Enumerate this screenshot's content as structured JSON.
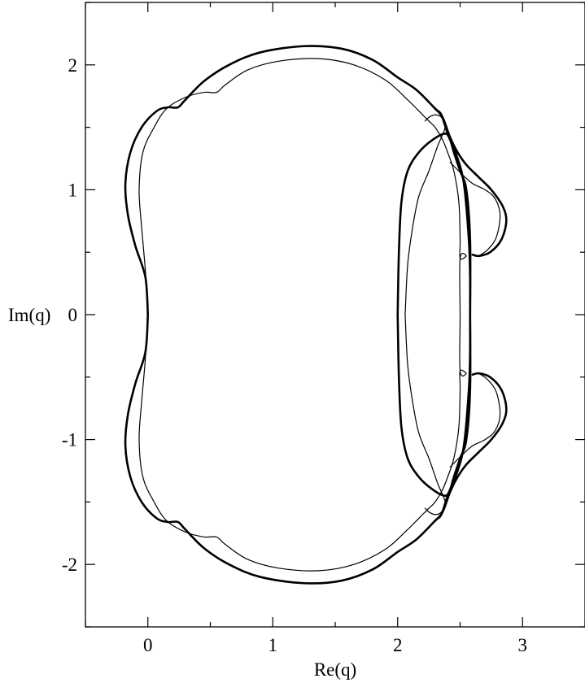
{
  "chart_data": {
    "type": "line",
    "title": "",
    "xlabel": "Re(q)",
    "ylabel": "Im(q)",
    "xlim": [
      -0.5,
      3.5
    ],
    "ylim": [
      -2.5,
      2.5
    ],
    "x_ticks": [
      {
        "value": 0,
        "label": "0"
      },
      {
        "value": 1,
        "label": "1"
      },
      {
        "value": 2,
        "label": "2"
      },
      {
        "value": 3,
        "label": "3"
      }
    ],
    "y_ticks": [
      {
        "value": 2,
        "label": "2"
      },
      {
        "value": 1,
        "label": "1"
      },
      {
        "value": 0,
        "label": "0"
      },
      {
        "value": -1,
        "label": "-1"
      },
      {
        "value": -2,
        "label": "-2"
      }
    ],
    "grid": false,
    "legend": "none",
    "color": "#000000",
    "series": [
      {
        "style": "thick",
        "segments": [
          [
            [
              0,
              0
            ],
            [
              -0.02,
              0.3
            ],
            [
              -0.1,
              0.55
            ],
            [
              -0.16,
              0.8
            ],
            [
              -0.18,
              1.05
            ],
            [
              -0.14,
              1.3
            ],
            [
              -0.05,
              1.5
            ],
            [
              0.07,
              1.63
            ],
            [
              0.16,
              1.66
            ],
            [
              0.24,
              1.66
            ],
            [
              0.3,
              1.72
            ],
            [
              0.45,
              1.87
            ],
            [
              0.65,
              2.0
            ],
            [
              0.9,
              2.1
            ],
            [
              1.25,
              2.15
            ],
            [
              1.55,
              2.13
            ],
            [
              1.8,
              2.04
            ],
            [
              2.0,
              1.9
            ],
            [
              2.15,
              1.8
            ],
            [
              2.3,
              1.65
            ],
            [
              2.35,
              1.6
            ],
            [
              2.4,
              1.45
            ],
            [
              2.47,
              1.28
            ],
            [
              2.53,
              1.05
            ],
            [
              2.57,
              0.6
            ],
            [
              2.58,
              0.3
            ],
            [
              2.58,
              0
            ],
            [
              2.58,
              -0.3
            ],
            [
              2.57,
              -0.6
            ],
            [
              2.53,
              -1.05
            ],
            [
              2.47,
              -1.28
            ],
            [
              2.4,
              -1.45
            ],
            [
              2.35,
              -1.6
            ],
            [
              2.3,
              -1.65
            ],
            [
              2.15,
              -1.8
            ],
            [
              2.0,
              -1.9
            ],
            [
              1.8,
              -2.04
            ],
            [
              1.55,
              -2.13
            ],
            [
              1.25,
              -2.15
            ],
            [
              0.9,
              -2.1
            ],
            [
              0.65,
              -2.0
            ],
            [
              0.45,
              -1.87
            ],
            [
              0.3,
              -1.72
            ],
            [
              0.24,
              -1.66
            ],
            [
              0.16,
              -1.66
            ],
            [
              0.07,
              -1.63
            ],
            [
              -0.05,
              -1.5
            ],
            [
              -0.14,
              -1.3
            ],
            [
              -0.18,
              -1.05
            ],
            [
              -0.16,
              -0.8
            ],
            [
              -0.1,
              -0.55
            ],
            [
              -0.02,
              -0.3
            ],
            [
              0,
              0
            ]
          ],
          [
            [
              2.0,
              0
            ],
            [
              2.01,
              0.5
            ],
            [
              2.03,
              0.9
            ],
            [
              2.08,
              1.15
            ],
            [
              2.17,
              1.3
            ],
            [
              2.28,
              1.4
            ],
            [
              2.38,
              1.45
            ],
            [
              2.42,
              1.4
            ],
            [
              2.45,
              1.3
            ],
            [
              2.5,
              1.15
            ],
            [
              2.55,
              1.0
            ],
            [
              2.58,
              0.6
            ],
            [
              2.58,
              0
            ],
            [
              2.58,
              -0.6
            ],
            [
              2.55,
              -1.0
            ],
            [
              2.5,
              -1.15
            ],
            [
              2.45,
              -1.3
            ],
            [
              2.42,
              -1.4
            ],
            [
              2.38,
              -1.45
            ],
            [
              2.28,
              -1.4
            ],
            [
              2.17,
              -1.3
            ],
            [
              2.08,
              -1.15
            ],
            [
              2.03,
              -0.9
            ],
            [
              2.01,
              -0.5
            ],
            [
              2.0,
              0
            ]
          ],
          [
            [
              2.3,
              1.65
            ],
            [
              2.36,
              1.58
            ],
            [
              2.42,
              1.42
            ],
            [
              2.48,
              1.3
            ],
            [
              2.55,
              1.2
            ],
            [
              2.65,
              1.1
            ],
            [
              2.75,
              1.0
            ],
            [
              2.84,
              0.87
            ],
            [
              2.87,
              0.75
            ],
            [
              2.83,
              0.6
            ],
            [
              2.74,
              0.5
            ],
            [
              2.65,
              0.47
            ],
            [
              2.6,
              0.48
            ]
          ],
          [
            [
              2.3,
              -1.65
            ],
            [
              2.36,
              -1.58
            ],
            [
              2.42,
              -1.42
            ],
            [
              2.48,
              -1.3
            ],
            [
              2.55,
              -1.2
            ],
            [
              2.65,
              -1.1
            ],
            [
              2.75,
              -1.0
            ],
            [
              2.84,
              -0.87
            ],
            [
              2.87,
              -0.75
            ],
            [
              2.83,
              -0.6
            ],
            [
              2.74,
              -0.5
            ],
            [
              2.65,
              -0.47
            ],
            [
              2.6,
              -0.48
            ]
          ]
        ]
      },
      {
        "style": "thin",
        "segments": [
          [
            [
              0,
              0
            ],
            [
              -0.02,
              0.35
            ],
            [
              -0.05,
              0.7
            ],
            [
              -0.07,
              1.0
            ],
            [
              -0.04,
              1.3
            ],
            [
              0.05,
              1.5
            ],
            [
              0.15,
              1.65
            ],
            [
              0.3,
              1.74
            ],
            [
              0.45,
              1.78
            ],
            [
              0.55,
              1.78
            ],
            [
              0.62,
              1.84
            ],
            [
              0.8,
              1.96
            ],
            [
              1.05,
              2.03
            ],
            [
              1.37,
              2.05
            ],
            [
              1.65,
              2.0
            ],
            [
              1.9,
              1.88
            ],
            [
              2.07,
              1.73
            ],
            [
              2.2,
              1.6
            ],
            [
              2.25,
              1.55
            ],
            [
              2.3,
              1.5
            ],
            [
              2.36,
              1.4
            ],
            [
              2.4,
              1.3
            ],
            [
              2.45,
              1.15
            ],
            [
              2.49,
              0.9
            ],
            [
              2.5,
              0.6
            ],
            [
              2.5,
              0.45
            ],
            [
              2.55,
              0.47
            ],
            [
              2.5,
              0.45
            ],
            [
              2.5,
              0
            ],
            [
              2.5,
              -0.45
            ],
            [
              2.55,
              -0.47
            ],
            [
              2.5,
              -0.45
            ],
            [
              2.5,
              -0.6
            ],
            [
              2.49,
              -0.9
            ],
            [
              2.45,
              -1.15
            ],
            [
              2.4,
              -1.3
            ],
            [
              2.36,
              -1.4
            ],
            [
              2.3,
              -1.5
            ],
            [
              2.25,
              -1.55
            ],
            [
              2.2,
              -1.6
            ],
            [
              2.07,
              -1.73
            ],
            [
              1.9,
              -1.88
            ],
            [
              1.65,
              -2.0
            ],
            [
              1.37,
              -2.05
            ],
            [
              1.05,
              -2.03
            ],
            [
              0.8,
              -1.96
            ],
            [
              0.62,
              -1.84
            ],
            [
              0.55,
              -1.78
            ],
            [
              0.45,
              -1.78
            ],
            [
              0.3,
              -1.74
            ],
            [
              0.15,
              -1.65
            ],
            [
              0.05,
              -1.5
            ],
            [
              -0.04,
              -1.3
            ],
            [
              -0.07,
              -1.0
            ],
            [
              -0.05,
              -0.7
            ],
            [
              -0.02,
              -0.35
            ],
            [
              0,
              0
            ]
          ],
          [
            [
              2.06,
              0
            ],
            [
              2.08,
              0.4
            ],
            [
              2.12,
              0.7
            ],
            [
              2.17,
              0.95
            ],
            [
              2.25,
              1.15
            ],
            [
              2.32,
              1.35
            ],
            [
              2.38,
              1.5
            ],
            [
              2.35,
              1.58
            ],
            [
              2.3,
              1.6
            ],
            [
              2.25,
              1.58
            ],
            [
              2.22,
              1.55
            ]
          ],
          [
            [
              2.06,
              0
            ],
            [
              2.08,
              -0.4
            ],
            [
              2.12,
              -0.7
            ],
            [
              2.17,
              -0.95
            ],
            [
              2.25,
              -1.15
            ],
            [
              2.32,
              -1.35
            ],
            [
              2.38,
              -1.5
            ],
            [
              2.35,
              -1.58
            ],
            [
              2.3,
              -1.6
            ],
            [
              2.25,
              -1.58
            ],
            [
              2.22,
              -1.55
            ]
          ],
          [
            [
              2.42,
              1.22
            ],
            [
              2.52,
              1.12
            ],
            [
              2.6,
              1.05
            ],
            [
              2.7,
              1.0
            ],
            [
              2.78,
              0.93
            ],
            [
              2.82,
              0.8
            ],
            [
              2.79,
              0.62
            ],
            [
              2.72,
              0.52
            ],
            [
              2.65,
              0.47
            ]
          ],
          [
            [
              2.42,
              -1.22
            ],
            [
              2.52,
              -1.12
            ],
            [
              2.6,
              -1.05
            ],
            [
              2.7,
              -1.0
            ],
            [
              2.78,
              -0.93
            ],
            [
              2.82,
              -0.8
            ],
            [
              2.79,
              -0.62
            ],
            [
              2.72,
              -0.52
            ],
            [
              2.65,
              -0.47
            ]
          ]
        ]
      }
    ]
  }
}
